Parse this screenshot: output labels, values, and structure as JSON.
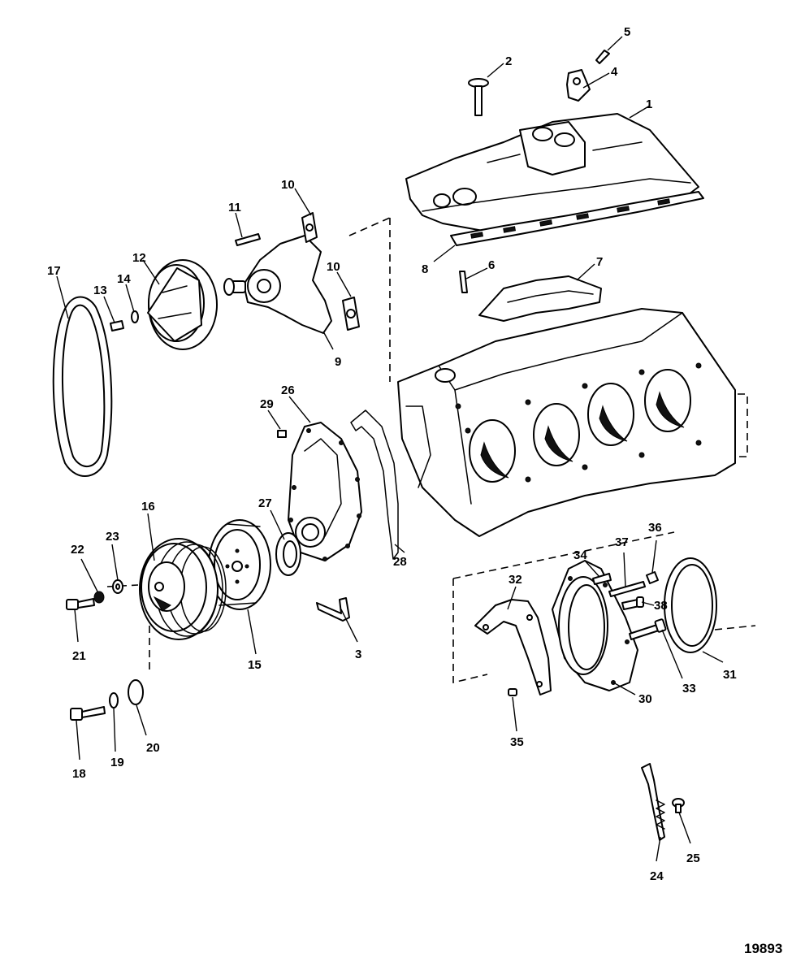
{
  "figure_number": "19893",
  "callouts": [
    "1",
    "2",
    "3",
    "4",
    "5",
    "6",
    "7",
    "8",
    "9",
    "10",
    "10",
    "11",
    "12",
    "13",
    "14",
    "15",
    "16",
    "17",
    "18",
    "19",
    "20",
    "21",
    "22",
    "23",
    "24",
    "25",
    "26",
    "27",
    "28",
    "29",
    "30",
    "31",
    "32",
    "33",
    "34",
    "35",
    "36",
    "37",
    "38"
  ]
}
